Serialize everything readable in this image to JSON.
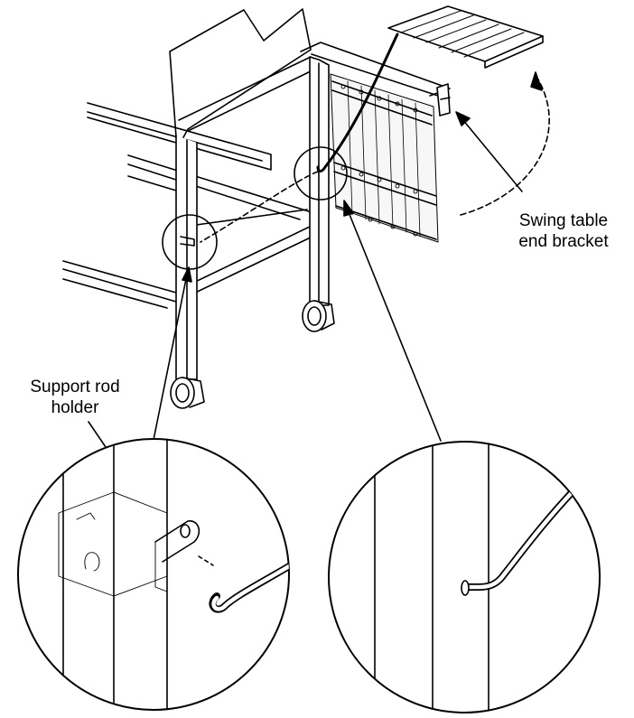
{
  "labels": {
    "swing_bracket": {
      "line1": "Swing table",
      "line2": "end bracket"
    },
    "support_rod_holder": {
      "line1": "Support rod",
      "line2": "holder"
    }
  },
  "colors": {
    "ink": "#000000",
    "panel": "#f7f7f7",
    "background": "#ffffff"
  }
}
